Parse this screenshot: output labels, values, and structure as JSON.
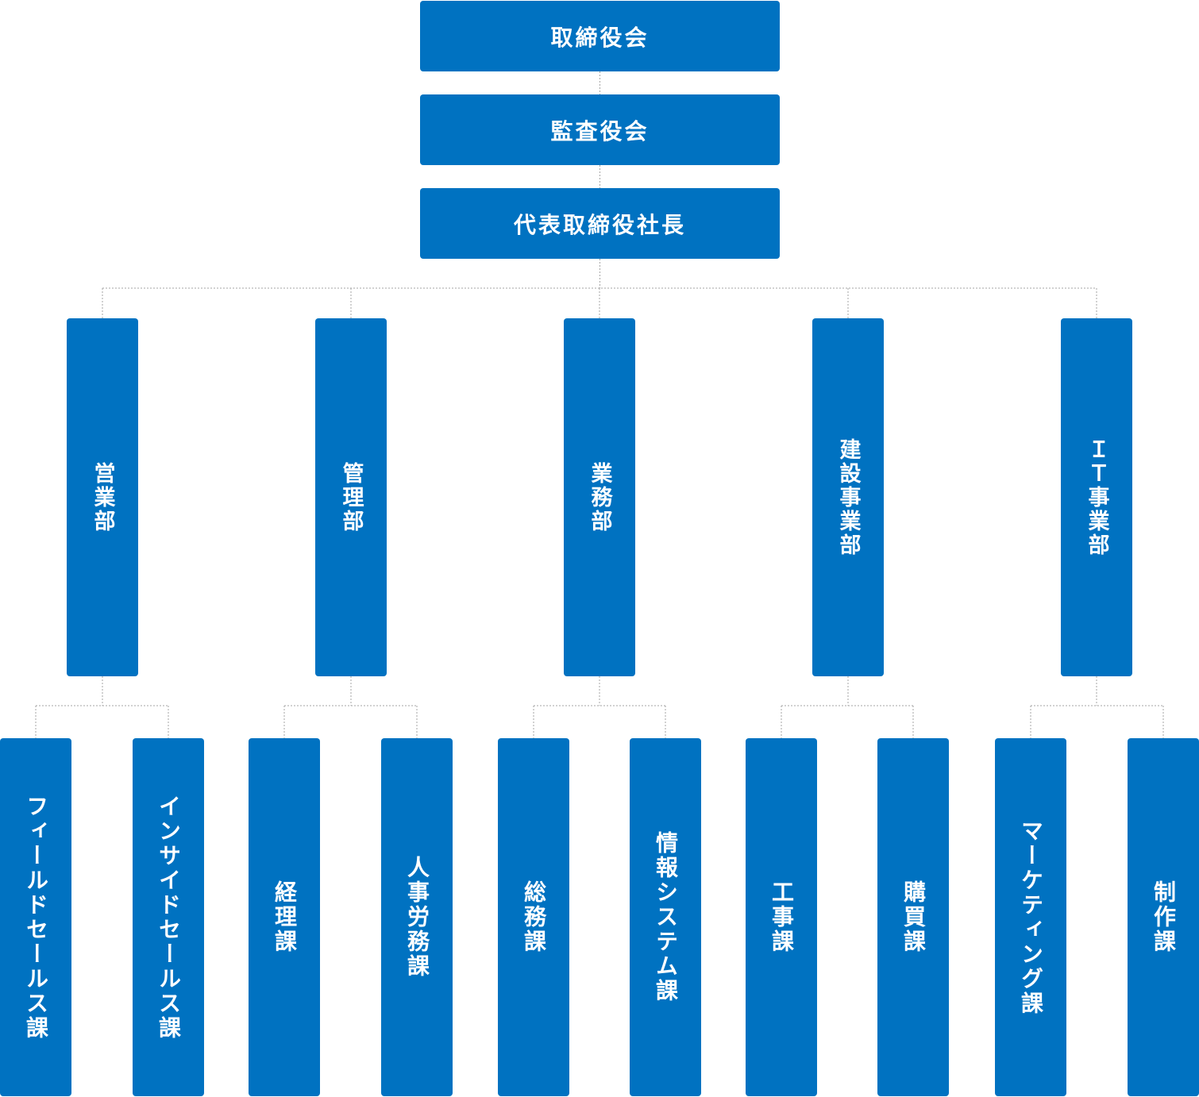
{
  "colors": {
    "box": "#0072c1",
    "line": "#a6a6a6"
  },
  "top": [
    {
      "id": "board",
      "label": "取締役会"
    },
    {
      "id": "auditors",
      "label": "監査役会"
    },
    {
      "id": "president",
      "label": "代表取締役社長"
    }
  ],
  "departments": [
    {
      "id": "sales",
      "label": "営業部",
      "sections": [
        {
          "id": "field-sales",
          "label": "フィールドセールス課"
        },
        {
          "id": "inside-sales",
          "label": "インサイドセールス課"
        }
      ]
    },
    {
      "id": "admin",
      "label": "管理部",
      "sections": [
        {
          "id": "accounting",
          "label": "経理課"
        },
        {
          "id": "hr",
          "label": "人事労務課"
        }
      ]
    },
    {
      "id": "operations",
      "label": "業務部",
      "sections": [
        {
          "id": "general-affairs",
          "label": "総務課"
        },
        {
          "id": "info-systems",
          "label": "情報システム課"
        }
      ]
    },
    {
      "id": "construction",
      "label": "建設事業部",
      "sections": [
        {
          "id": "works",
          "label": "工事課"
        },
        {
          "id": "purchasing",
          "label": "購買課"
        }
      ]
    },
    {
      "id": "it",
      "label": "ＩＴ事業部",
      "sections": [
        {
          "id": "marketing",
          "label": "マーケティング課"
        },
        {
          "id": "production",
          "label": "制作課"
        }
      ]
    }
  ]
}
